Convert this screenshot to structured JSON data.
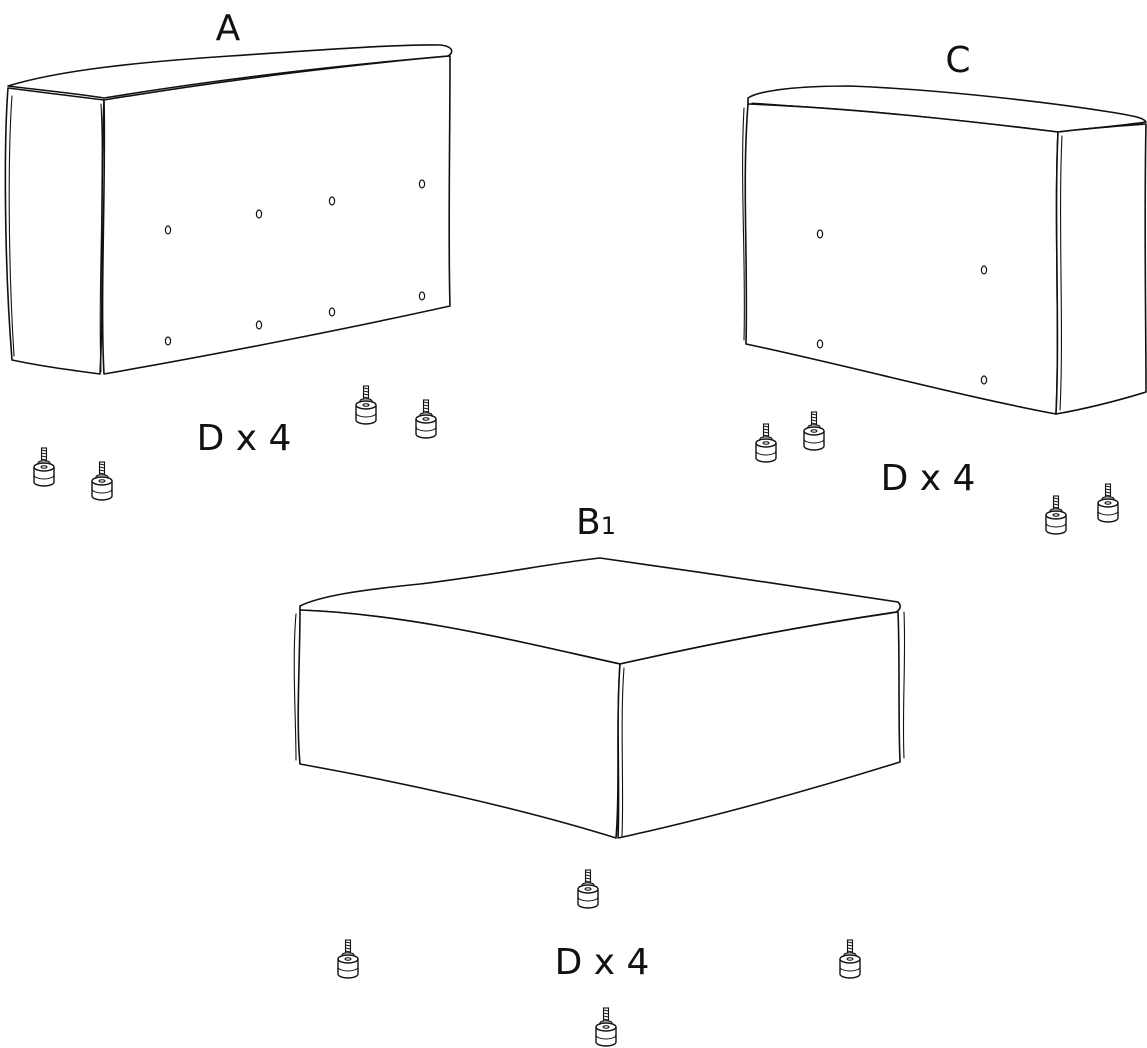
{
  "parts": {
    "a": {
      "label": "A"
    },
    "c": {
      "label": "C"
    },
    "b1": {
      "label": "B",
      "label_sub": "1"
    }
  },
  "hardware": {
    "feet_count_a": "D x 4",
    "feet_count_c": "D x 4",
    "feet_count_b1": "D x 4"
  }
}
